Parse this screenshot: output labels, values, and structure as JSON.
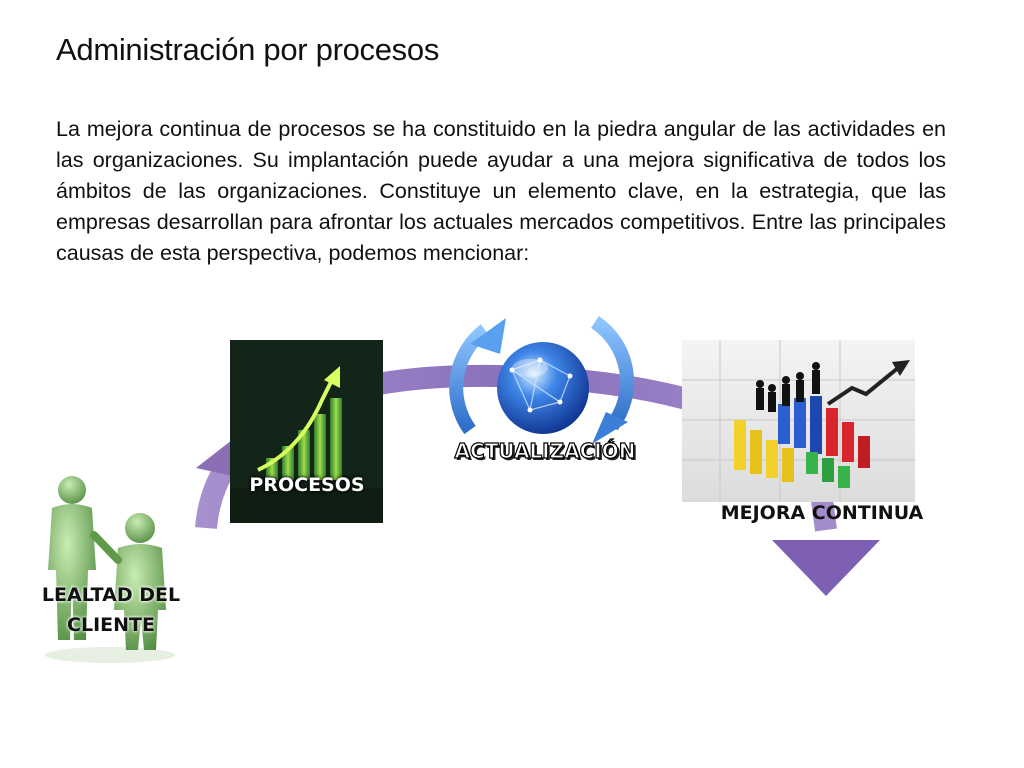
{
  "slide": {
    "title": "Administración por procesos",
    "paragraph": "La mejora continua de procesos se ha constituido en la piedra angular de las actividades en las organizaciones. Su implantación puede ayudar a una mejora significativa de todos los ámbitos de las organizaciones. Constituye un elemento clave, en la estrategia, que las empresas desarrollan para afrontar los actuales mercados competitivos. Entre las principales causas de esta perspectiva, podemos mencionar:"
  },
  "diagram": {
    "items": [
      {
        "label": "PROCESOS"
      },
      {
        "label": "ACTUALIZACIÓN"
      },
      {
        "label": "MEJORA CONTINUA"
      },
      {
        "label": "LEALTAD DEL CLIENTE"
      }
    ],
    "colors": {
      "arrow": "#8a6fb4",
      "arrow_dark": "#6b4f9a",
      "globe": "#2a5fd0",
      "cycle": "#4f8fe0",
      "people": "#6fae5a"
    }
  }
}
